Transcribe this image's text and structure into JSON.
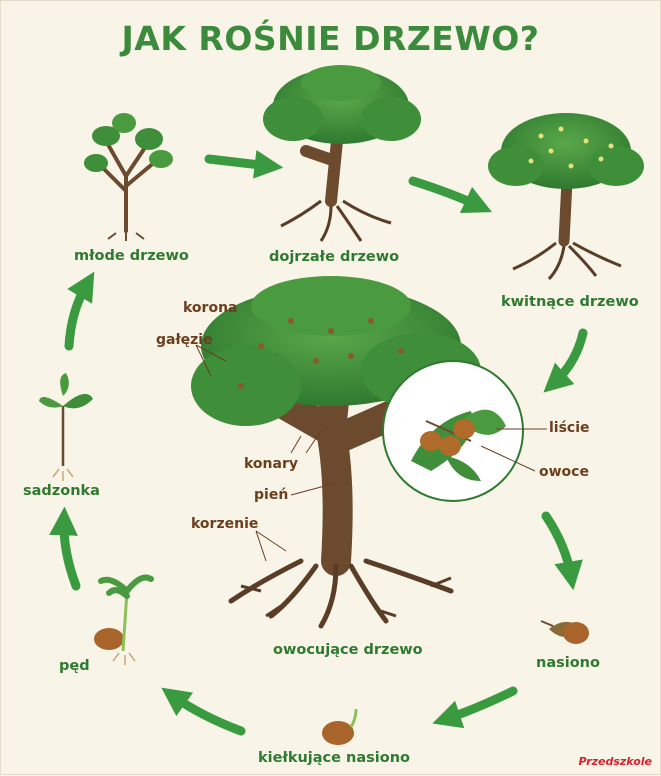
{
  "title": "JAK ROŚNIE DRZEWO?",
  "stages": {
    "young_tree": "młode drzewo",
    "mature_tree": "dojrzałe drzewo",
    "flowering_tree": "kwitnące drzewo",
    "fruiting_tree": "owocujące drzewo",
    "seed": "nasiono",
    "germinating_seed": "kiełkujące nasiono",
    "sprout": "pęd",
    "seedling": "sadzonka"
  },
  "parts": {
    "crown": "korona",
    "twigs": "gałęzie",
    "limbs": "konary",
    "trunk": "pień",
    "roots": "korzenie",
    "leaves": "liście",
    "fruits": "owoce"
  },
  "logo": "Przedszkole",
  "colors": {
    "background": "#f8f4e8",
    "title_green": "#3c8a3b",
    "label_green": "#2f7a30",
    "label_brown": "#6b3e1c",
    "arrow_green": "#3a9a3f",
    "foliage": "#3e8e3a",
    "trunk": "#6b4a2e"
  }
}
